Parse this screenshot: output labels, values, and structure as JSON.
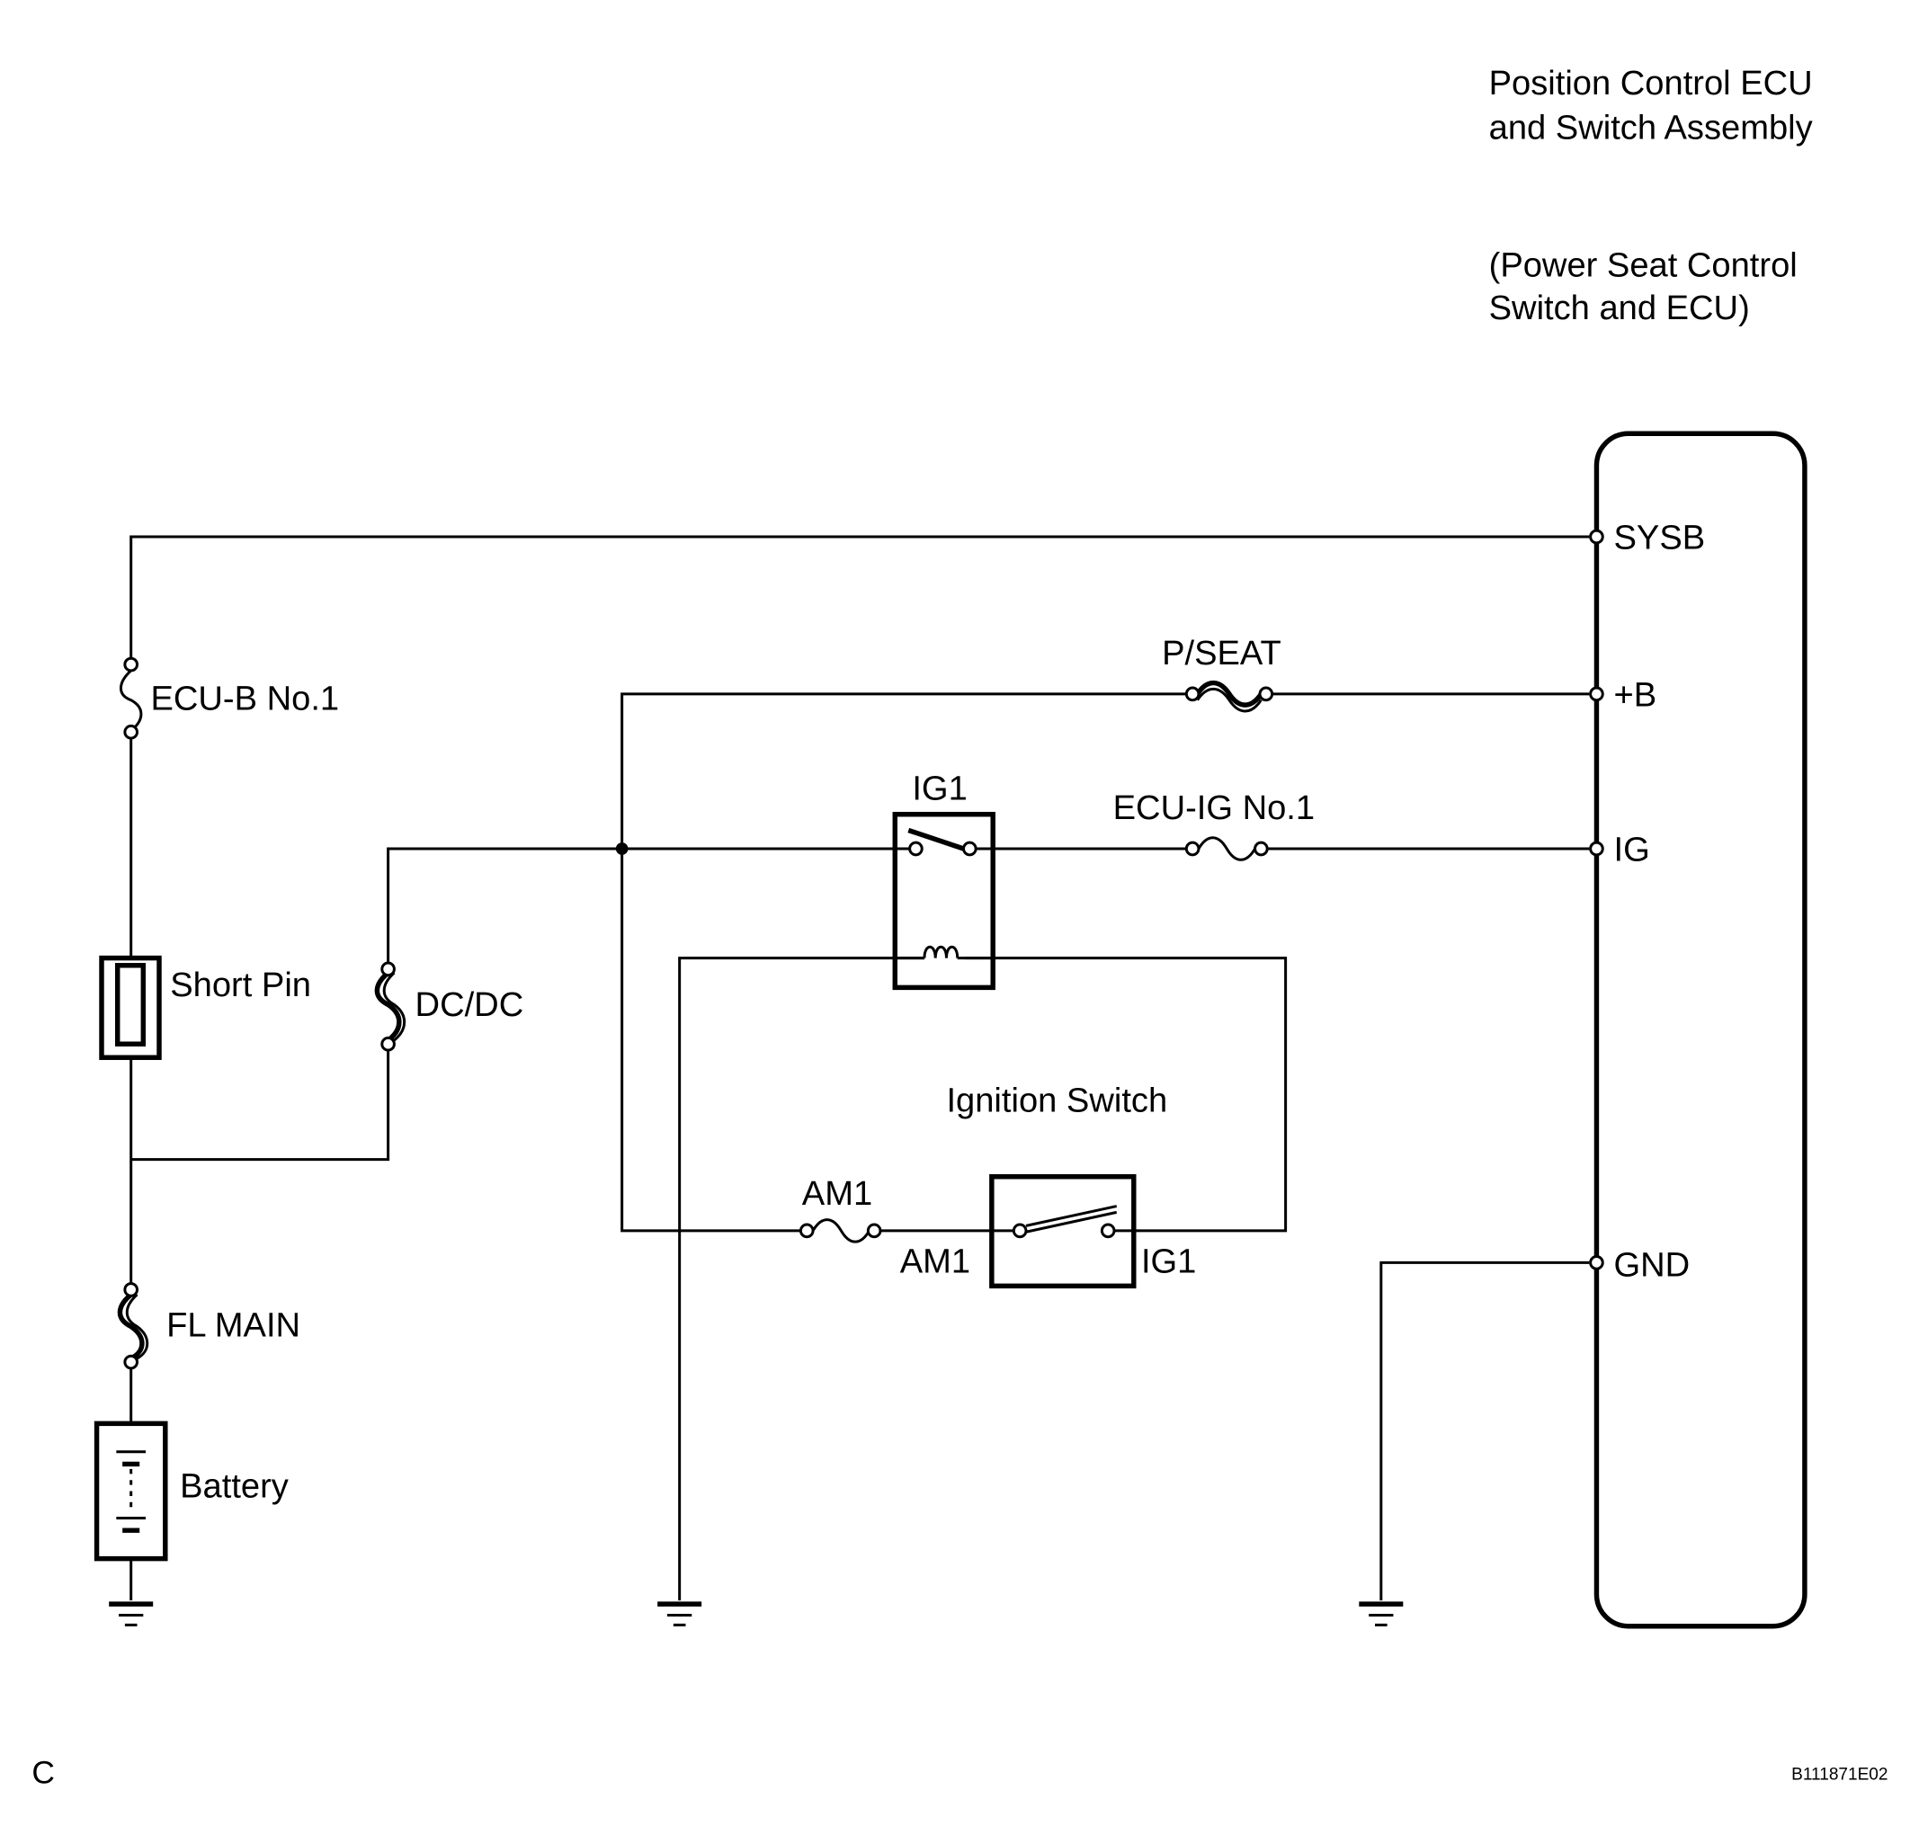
{
  "component": {
    "name_line1": "Position Control ECU",
    "name_line2": "and Switch Assembly",
    "alt_name_line1": "(Power Seat Control",
    "alt_name_line2": "Switch and ECU)"
  },
  "pins": {
    "sysb": "SYSB",
    "b_plus": "+B",
    "ig": "IG",
    "gnd": "GND"
  },
  "fuses": {
    "ecu_b_no1": "ECU-B No.1",
    "dc_dc": "DC/DC",
    "fl_main": "FL MAIN",
    "p_seat": "P/SEAT",
    "ecu_ig_no1": "ECU-IG No.1",
    "am1": "AM1"
  },
  "parts": {
    "short_pin": "Short Pin",
    "battery": "Battery",
    "ig1_relay": "IG1",
    "ignition_switch": "Ignition Switch",
    "ign_terminal_am1": "AM1",
    "ign_terminal_ig1": "IG1"
  },
  "footer": {
    "letter": "C",
    "figure_code": "B111871E02"
  }
}
